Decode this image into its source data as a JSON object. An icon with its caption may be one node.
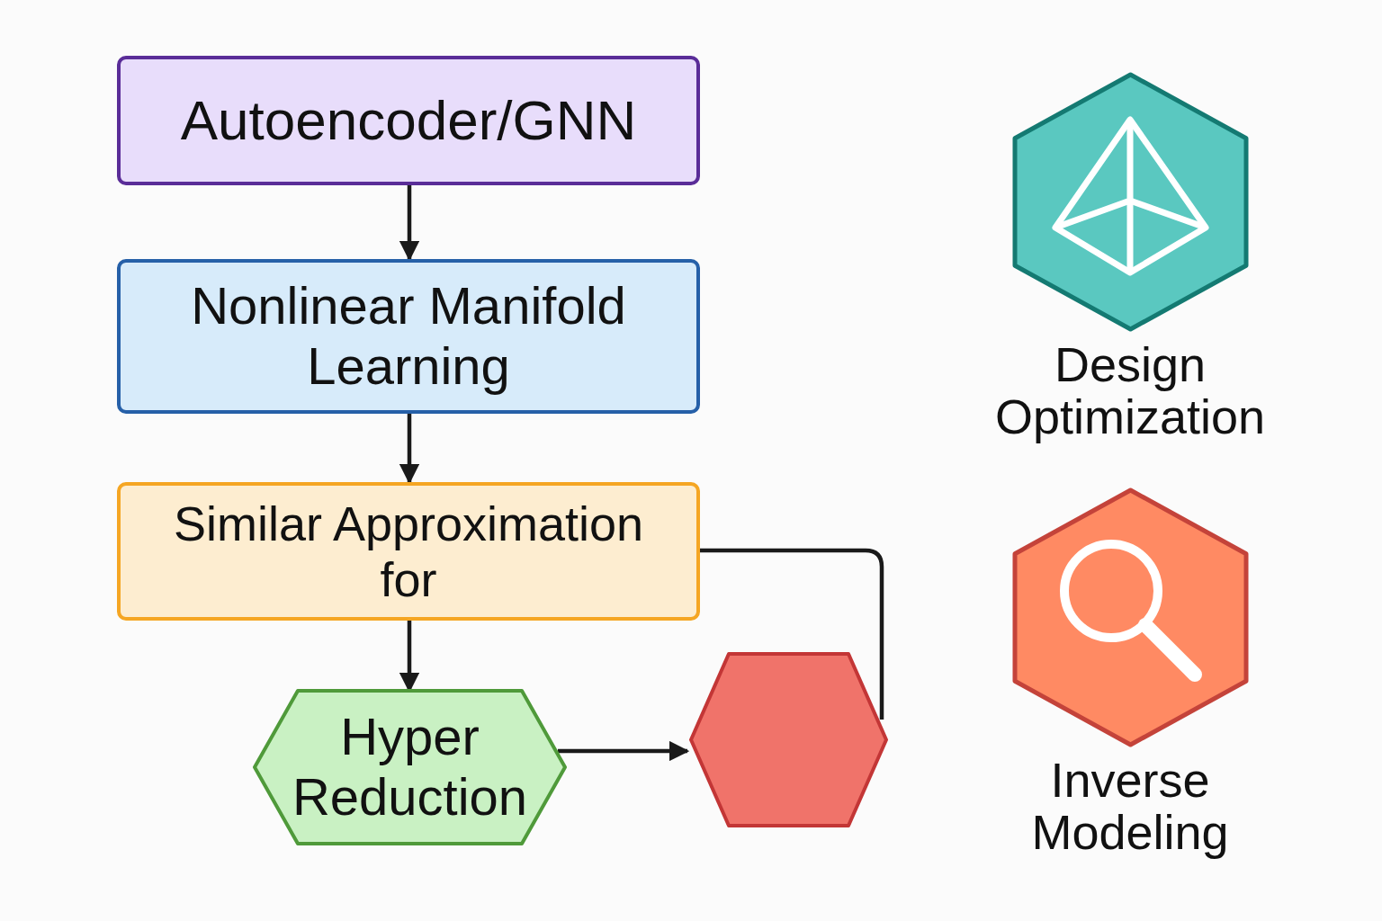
{
  "diagram": {
    "nodes": [
      {
        "text": [
          "Autoencoder/GNN"
        ]
      },
      {
        "text": [
          "Nonlinear Manifold Learning"
        ]
      },
      {
        "text": [
          "Similar Approximation for"
        ]
      },
      {
        "text": [
          "Hyper Reduction"
        ]
      },
      {
        "text": [],
        "shape": "hexagon"
      },
      {
        "text": [
          "Design Optimization"
        ]
      },
      {
        "text": [
          "Inverse Modeling"
        ]
      }
    ],
    "edges": [
      {
        "from": 0,
        "to": 1,
        "arrow": "to"
      },
      {
        "from": 1,
        "to": 2,
        "arrow": "to"
      },
      {
        "from": 2,
        "to": 3,
        "arrow": "to"
      },
      {
        "from": 3,
        "to": 4,
        "arrow": "to"
      },
      {
        "from": 2,
        "to": 4,
        "arrow": "none"
      }
    ]
  }
}
